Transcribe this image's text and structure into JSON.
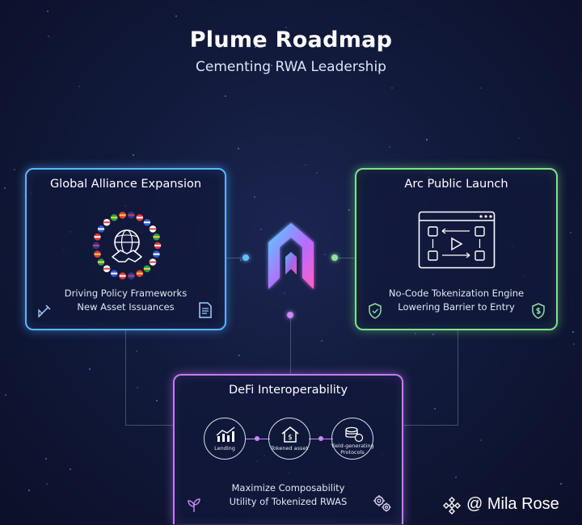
{
  "header": {
    "title": "Plume Roadmap",
    "subtitle": "Cementing RWA Leadership"
  },
  "cards": {
    "global": {
      "title": "Global Alliance Expansion",
      "lines": [
        "Driving Policy Frameworks",
        "New Asset Issuances"
      ]
    },
    "arc": {
      "title": "Arc Public Launch",
      "lines": [
        "No-Code Tokenization Engine",
        "Lowering Barrier to Entry"
      ]
    },
    "defi": {
      "title": "DeFi Interoperability",
      "protocols": [
        "Lending",
        "Tokened asset",
        "Yield-generating Protocols"
      ],
      "lines": [
        "Maximize Composability",
        "Utility of Tokenized RWAS"
      ]
    }
  },
  "watermark": {
    "text": "@ Mila Rose"
  },
  "colors": {
    "global_border": "#57b7ff",
    "arc_border": "#7ee38a",
    "defi_border": "#c37cf4",
    "background": "#121a3c",
    "logo_gradient": [
      "#4fd3ff",
      "#b46cff",
      "#ff5fc8"
    ]
  },
  "icons": {
    "global_main": "globe-handshake-flags-icon",
    "global_left": "compass-pencil-icon",
    "global_right": "document-icon",
    "arc_main": "workflow-window-icon",
    "arc_left": "shield-check-icon",
    "arc_right": "shield-dollar-icon",
    "defi_left": "sprout-icon",
    "defi_right": "gears-icon",
    "logo": "plume-logo-icon",
    "watermark": "binance-diamond-icon"
  }
}
